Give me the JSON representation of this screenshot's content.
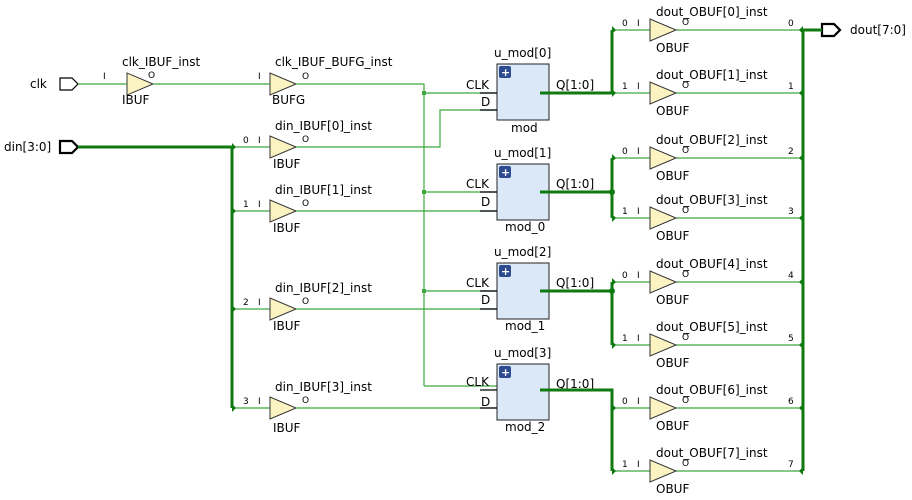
{
  "ports": {
    "clk": "clk",
    "din": "din[3:0]",
    "dout": "dout[7:0]"
  },
  "clk_ibuf": {
    "name": "clk_IBUF_inst",
    "type": "IBUF",
    "pin_in": "I",
    "pin_out": "O"
  },
  "clk_bufg": {
    "name": "clk_IBUF_BUFG_inst",
    "type": "BUFG",
    "pin_in": "I",
    "pin_out": "O"
  },
  "din_bufs": [
    {
      "name": "din_IBUF[0]_inst",
      "type": "IBUF",
      "idx": "0",
      "pin_in": "I",
      "pin_out": "O"
    },
    {
      "name": "din_IBUF[1]_inst",
      "type": "IBUF",
      "idx": "1",
      "pin_in": "I",
      "pin_out": "O"
    },
    {
      "name": "din_IBUF[2]_inst",
      "type": "IBUF",
      "idx": "2",
      "pin_in": "I",
      "pin_out": "O"
    },
    {
      "name": "din_IBUF[3]_inst",
      "type": "IBUF",
      "idx": "3",
      "pin_in": "I",
      "pin_out": "O"
    }
  ],
  "mods": [
    {
      "name": "u_mod[0]",
      "type": "mod",
      "clk": "CLK",
      "d": "D",
      "q": "Q[1:0]",
      "plus": "+"
    },
    {
      "name": "u_mod[1]",
      "type": "mod_0",
      "clk": "CLK",
      "d": "D",
      "q": "Q[1:0]",
      "plus": "+"
    },
    {
      "name": "u_mod[2]",
      "type": "mod_1",
      "clk": "CLK",
      "d": "D",
      "q": "Q[1:0]",
      "plus": "+"
    },
    {
      "name": "u_mod[3]",
      "type": "mod_2",
      "clk": "CLK",
      "d": "D",
      "q": "Q[1:0]",
      "plus": "+"
    }
  ],
  "obufs": [
    {
      "name": "dout_OBUF[0]_inst",
      "type": "OBUF",
      "in_idx": "0",
      "out_idx": "0",
      "pin_in": "I",
      "pin_out": "O"
    },
    {
      "name": "dout_OBUF[1]_inst",
      "type": "OBUF",
      "in_idx": "1",
      "out_idx": "1",
      "pin_in": "I",
      "pin_out": "O"
    },
    {
      "name": "dout_OBUF[2]_inst",
      "type": "OBUF",
      "in_idx": "0",
      "out_idx": "2",
      "pin_in": "I",
      "pin_out": "O"
    },
    {
      "name": "dout_OBUF[3]_inst",
      "type": "OBUF",
      "in_idx": "1",
      "out_idx": "3",
      "pin_in": "I",
      "pin_out": "O"
    },
    {
      "name": "dout_OBUF[4]_inst",
      "type": "OBUF",
      "in_idx": "0",
      "out_idx": "4",
      "pin_in": "I",
      "pin_out": "O"
    },
    {
      "name": "dout_OBUF[5]_inst",
      "type": "OBUF",
      "in_idx": "1",
      "out_idx": "5",
      "pin_in": "I",
      "pin_out": "O"
    },
    {
      "name": "dout_OBUF[6]_inst",
      "type": "OBUF",
      "in_idx": "0",
      "out_idx": "6",
      "pin_in": "I",
      "pin_out": "O"
    },
    {
      "name": "dout_OBUF[7]_inst",
      "type": "OBUF",
      "in_idx": "1",
      "out_idx": "7",
      "pin_in": "I",
      "pin_out": "O"
    }
  ],
  "colors": {
    "wire": "#3fa83f",
    "bus": "#0f7a0f",
    "buffer_fill": "#fbf3c2",
    "module_fill": "#dbe8f7",
    "plus_badge": "#2d4b8e"
  }
}
